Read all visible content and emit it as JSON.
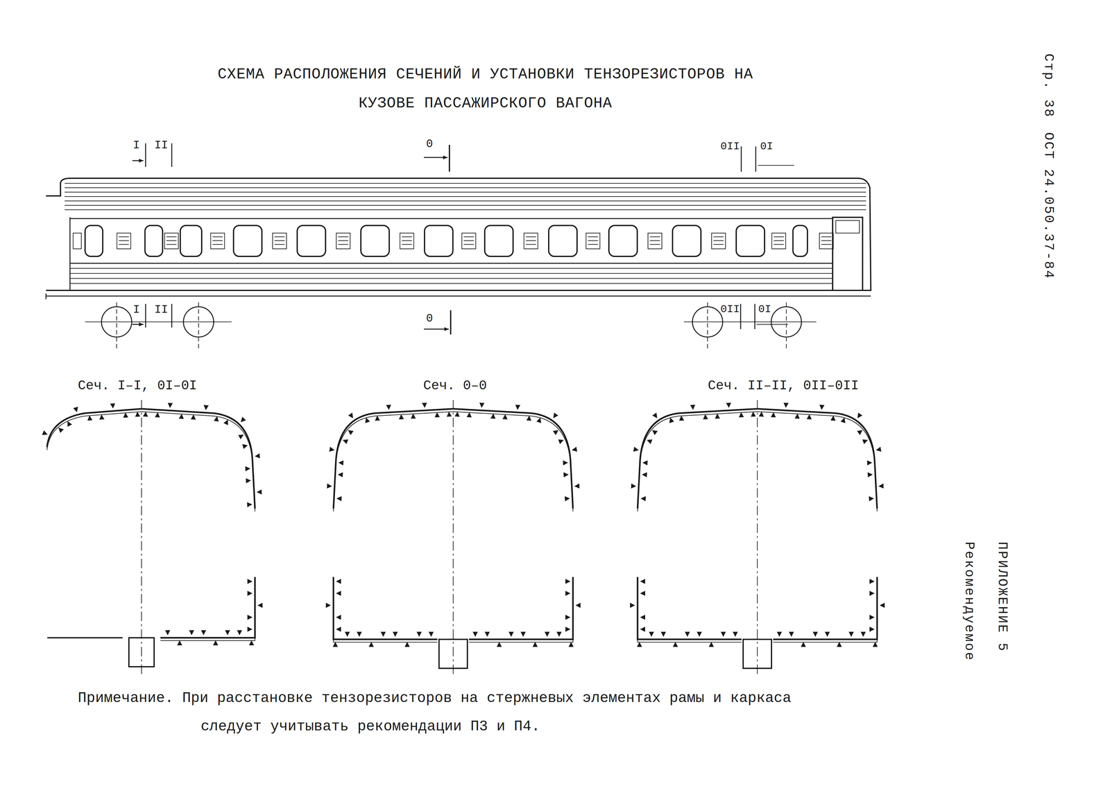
{
  "diagram": {
    "title": "СХЕМА РАСПОЛОЖЕНИЯ СЕЧЕНИЙ И УСТАНОВКИ ТЕНЗОРЕЗИСТОРОВ НА КУЗОВЕ ПАССАЖИРСКОГО ВАГОНА",
    "labels": [
      "I",
      "II",
      "0",
      "0II",
      "0I",
      "I",
      "II",
      "0",
      "0II",
      "0I",
      "Сеч. I–I, 0I–0I",
      "Сеч. 0–0",
      "Сеч. II–II, 0II–0II",
      "Примечание. При расстановке тензорезисторов на стержневых элементах рамы и каркаса следует учитывать рекомендации П3 и П4.",
      "Стр. 38",
      "ОСТ 24.050.37-84",
      "ПРИЛОЖЕНИЕ 5",
      "Рекомендуемое"
    ]
  }
}
